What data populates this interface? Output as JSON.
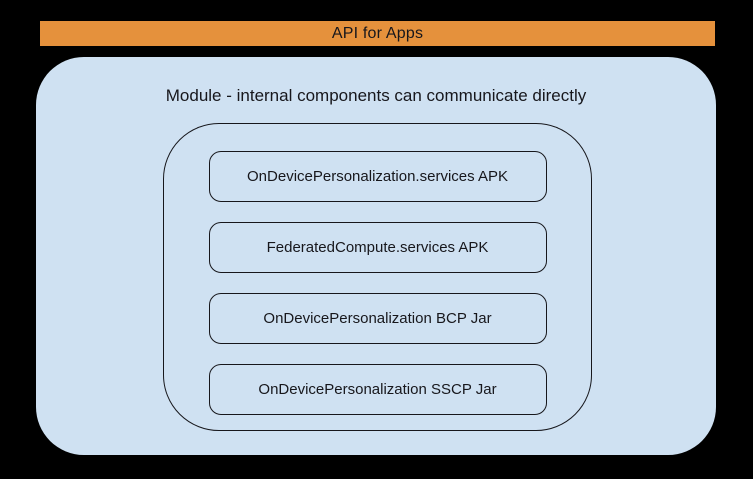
{
  "banner": {
    "label": "API for Apps"
  },
  "module": {
    "title": "Module - internal components can communicate directly",
    "components": [
      {
        "label": "OnDevicePersonalization.services APK"
      },
      {
        "label": "FederatedCompute.services APK"
      },
      {
        "label": "OnDevicePersonalization BCP Jar"
      },
      {
        "label": "OnDevicePersonalization SSCP Jar"
      }
    ]
  },
  "colors": {
    "orange": "#e5913c",
    "blue": "#cfe1f2",
    "ink": "#17171c",
    "line": "#17171c"
  }
}
